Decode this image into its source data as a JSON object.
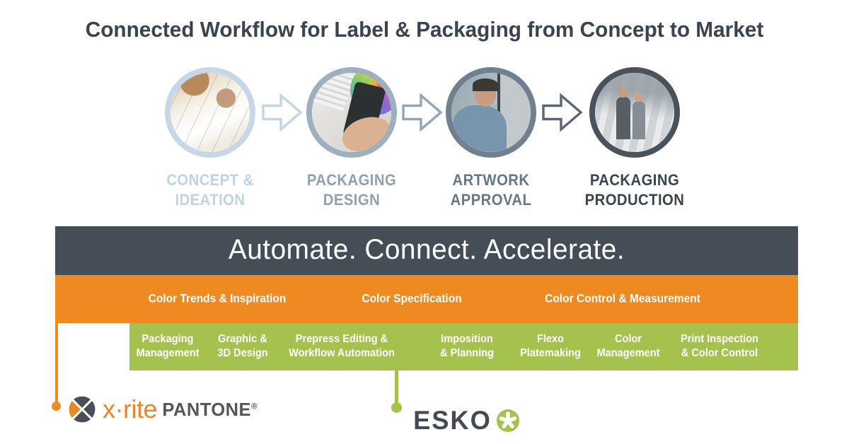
{
  "title": "Connected Workflow for Label & Packaging from Concept to Market",
  "banner": {
    "headline": "Automate. Connect. Accelerate."
  },
  "workflow": {
    "stages": [
      {
        "line1": "CONCEPT &",
        "line2": "IDEATION",
        "ring_color": "#C6D7E8",
        "label_color": "#BFD3E3",
        "photo_desc": "hand sketching packaging concepts"
      },
      {
        "line1": "PACKAGING",
        "line2": "DESIGN",
        "ring_color": "#9EAFBE",
        "label_color": "#8FA0B0",
        "photo_desc": "designer with stylus, tablet and color wheel"
      },
      {
        "line1": "ARTWORK",
        "line2": "APPROVAL",
        "ring_color": "#71808E",
        "label_color": "#66778A",
        "photo_desc": "man reviewing artwork on monitor"
      },
      {
        "line1": "PACKAGING",
        "line2": "PRODUCTION",
        "ring_color": "#4A525C",
        "label_color": "#39444F",
        "photo_desc": "two press operators on production floor"
      }
    ],
    "arrows": [
      {
        "color": "#C3D4E5"
      },
      {
        "color": "#93A6B6"
      },
      {
        "color": "#5C6673"
      }
    ]
  },
  "orange_bar": {
    "items": [
      "Color Trends & Inspiration",
      "Color Specification",
      "Color Control & Measurement"
    ]
  },
  "green_bar": {
    "items": [
      {
        "line1": "Packaging",
        "line2": "Management"
      },
      {
        "line1": "Graphic &",
        "line2": "3D Design"
      },
      {
        "line1": "Prepress Editing &",
        "line2": "Workflow Automation"
      },
      {
        "line1": "Imposition",
        "line2": "& Planning"
      },
      {
        "line1": "Flexo",
        "line2": "Platemaking"
      },
      {
        "line1": "Color",
        "line2": "Management"
      },
      {
        "line1": "Print Inspection",
        "line2": "& Color Control"
      }
    ]
  },
  "logos": {
    "xrite": "x·rite",
    "pantone": "PANTONE",
    "pantone_reg": "®",
    "esko": "ESKO"
  },
  "colors": {
    "dark": "#454E57",
    "orange": "#EE8A21",
    "green": "#A5C14E",
    "title-color": "#3A444E",
    "xrite-orange": "#E8862B",
    "pantone-gray": "#54565B",
    "esko-gray": "#434A52"
  }
}
